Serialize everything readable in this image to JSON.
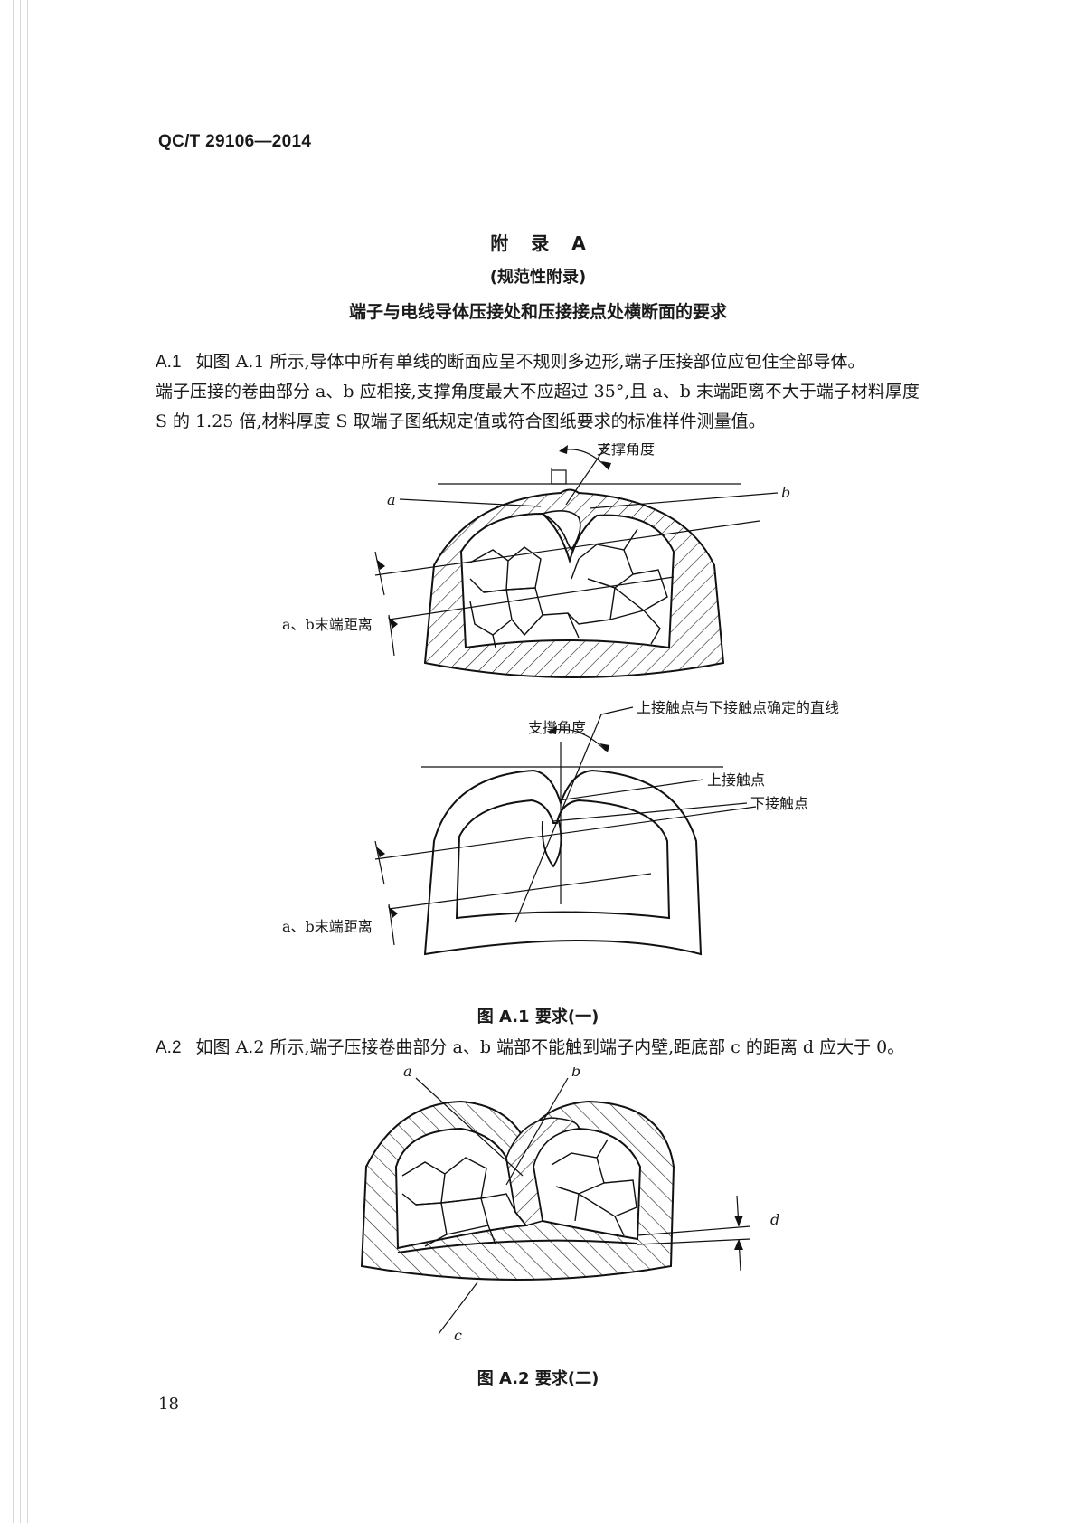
{
  "header": {
    "standard_no": "QC/T 29106—2014"
  },
  "annex": {
    "heading": "附 录 A",
    "nature": "(规范性附录)",
    "title": "端子与电线导体压接处和压接接点处横断面的要求"
  },
  "section_a1": {
    "number": "A.1",
    "lines": [
      "如图 A.1 所示,导体中所有单线的断面应呈不规则多边形,端子压接部位应包住全部导体。",
      "端子压接的卷曲部分 a、b 应相接,支撑角度最大不应超过 35°,且 a、b 末端距离不大于端子材料厚度",
      "S 的 1.25 倍,材料厚度 S 取端子图纸规定值或符合图纸要求的标准样件测量值。"
    ]
  },
  "figure_a1": {
    "top": {
      "label_support_angle": "支撑角度",
      "label_a": "a",
      "label_b": "b",
      "label_end_distance": "a、b末端距离"
    },
    "bottom": {
      "label_support_angle": "支撑角度",
      "label_line": "上接触点与下接触点确定的直线",
      "label_upper_contact": "上接触点",
      "label_lower_contact": "下接触点",
      "label_end_distance": "a、b末端距离"
    },
    "caption": "图 A.1  要求(一)"
  },
  "section_a2": {
    "number": "A.2",
    "text": "如图 A.2 所示,端子压接卷曲部分 a、b 端部不能触到端子内壁,距底部 c 的距离 d 应大于 0。"
  },
  "figure_a2": {
    "label_a": "a",
    "label_b": "b",
    "label_c": "c",
    "label_d": "d",
    "caption": "图 A.2  要求(二)"
  },
  "footer": {
    "page_number": "18"
  }
}
